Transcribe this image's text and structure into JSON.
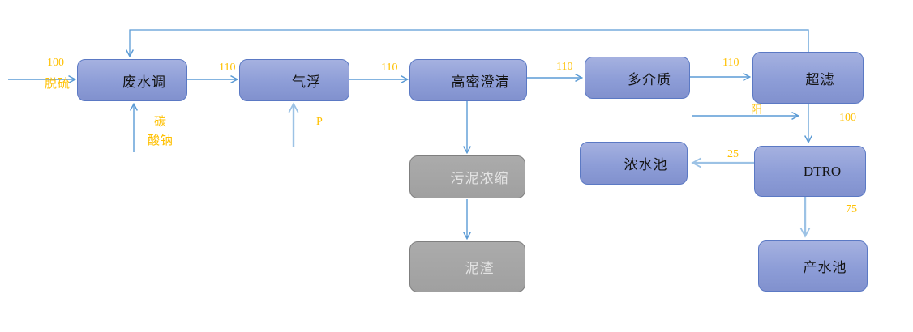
{
  "diagram_type": "wastewater-treatment-process-flow",
  "colors": {
    "node_fill": "#8d9dd7",
    "node_border": "#5b79c4",
    "gray_node_fill": "#a0a0a0",
    "gray_node_border": "#7f7f7f",
    "arrow": "#5b9bd5",
    "arrow_light": "#9cc2e5",
    "flow_label": "#ffc000"
  },
  "nodes": {
    "wastewater": {
      "label": "废水调"
    },
    "flotation": {
      "label": "气浮"
    },
    "clarifier": {
      "label": "高密澄清"
    },
    "multimedia": {
      "label": "多介质"
    },
    "ultrafiltration": {
      "label": "超滤"
    },
    "sludge_thickening": {
      "label": "污泥浓缩"
    },
    "sludge_residue": {
      "label": "泥渣"
    },
    "concentrate_pool": {
      "label": "浓水池"
    },
    "dtro": {
      "label": "DTRO"
    },
    "product_pool": {
      "label": "产水池"
    }
  },
  "labels": {
    "inflow_rate": "100",
    "inflow_name": "脱硫",
    "soda_dose": "碳\n酸钠",
    "p_dose": "P",
    "ww_to_flotation": "110",
    "flotation_to_clarifier": "110",
    "clarifier_to_multimedia": "110",
    "multimedia_to_uf": "110",
    "yang_dose": "阳",
    "uf_to_dtro": "100",
    "dtro_to_concentrate": "25",
    "dtro_to_product": "75"
  },
  "edges": [
    {
      "from": "脱硫",
      "to": "废水调",
      "label": "100"
    },
    {
      "from": "废水调",
      "to": "气浮",
      "label": "110"
    },
    {
      "from": "气浮",
      "to": "高密澄清",
      "label": "110"
    },
    {
      "from": "高密澄清",
      "to": "多介质",
      "label": "110"
    },
    {
      "from": "多介质",
      "to": "超滤",
      "label": "110"
    },
    {
      "from": "超滤",
      "to": "废水调",
      "label": ""
    },
    {
      "from": "碳酸钠",
      "to": "废水调",
      "label": ""
    },
    {
      "from": "P",
      "to": "气浮",
      "label": ""
    },
    {
      "from": "高密澄清",
      "to": "污泥浓缩",
      "label": ""
    },
    {
      "from": "污泥浓缩",
      "to": "泥渣",
      "label": ""
    },
    {
      "from": "阳",
      "to": "超滤→DTRO",
      "label": ""
    },
    {
      "from": "超滤",
      "to": "DTRO",
      "label": "100"
    },
    {
      "from": "DTRO",
      "to": "浓水池",
      "label": "25"
    },
    {
      "from": "DTRO",
      "to": "产水池",
      "label": "75"
    }
  ]
}
